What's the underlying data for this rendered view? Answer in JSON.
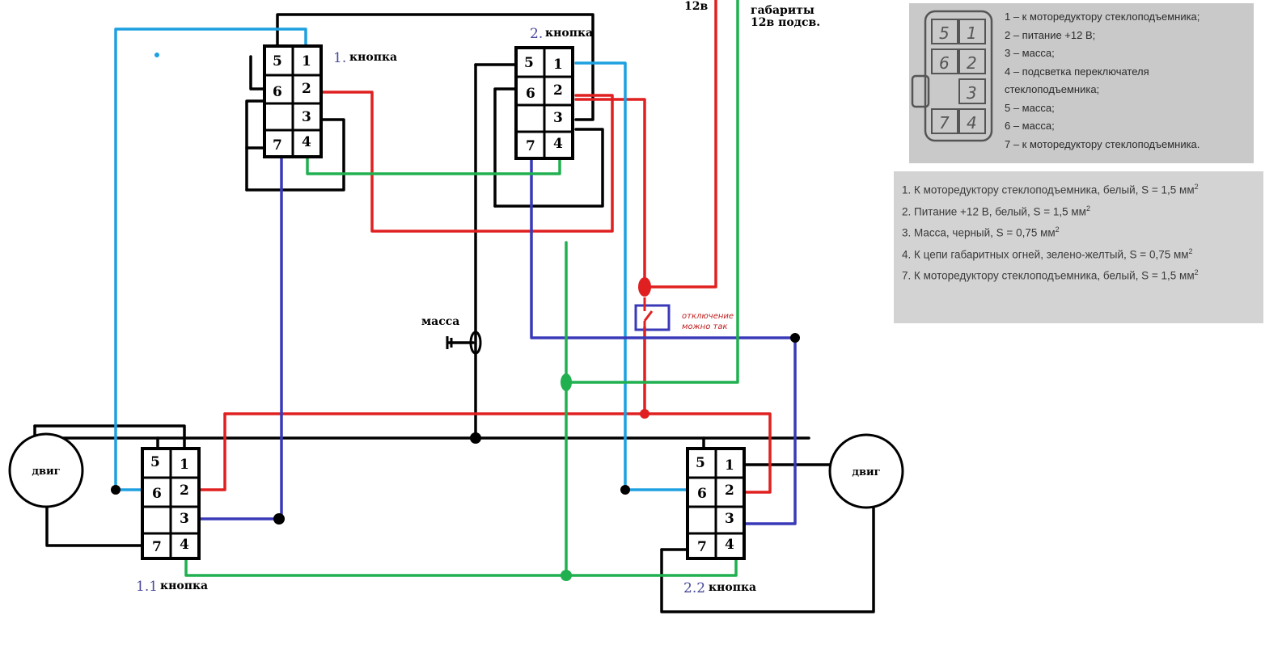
{
  "top_labels": {
    "v12": "12в",
    "gabarity": "габариты",
    "v12_podsv": "12в  подсв."
  },
  "massa_label": "масса",
  "switch_note": [
    "отключение",
    "можно так"
  ],
  "buttons": [
    {
      "num": "1.",
      "label": "кнопка"
    },
    {
      "num": "2.",
      "label": "кнопка"
    },
    {
      "num": "1.1",
      "label": "кнопка"
    },
    {
      "num": "2.2",
      "label": "кнопка"
    }
  ],
  "pins": [
    "5",
    "1",
    "6",
    "2",
    "3",
    "7",
    "4"
  ],
  "motor_label": "двиг",
  "connector_legend": {
    "pins_left": [
      "5",
      "6",
      "7"
    ],
    "pins_right": [
      "1",
      "2",
      "3",
      "4"
    ],
    "lines": [
      "1 – к моторедуктору стеклоподъемника;",
      "2 – питание +12 В;",
      "3 – масса;",
      "4 – подсветка переключателя",
      "стеклоподъемника;",
      "5 – масса;",
      "6 – масса;",
      "7 – к моторедуктору стеклоподъемника."
    ]
  },
  "wire_legend": [
    {
      "text": "1. К моторедуктору стеклоподъемника, белый, S = 1,5 мм",
      "sup": "2"
    },
    {
      "text": "2. Питание +12 В, белый, S = 1,5 мм",
      "sup": "2"
    },
    {
      "text": "3. Масса, черный, S = 0,75 мм",
      "sup": "2"
    },
    {
      "text": "4. К цепи габаритных огней, зелено-желтый, S = 0,75 мм",
      "sup": "2"
    },
    {
      "text": "7. К моторедуктору стеклоподъемника, белый, S = 1,5 мм",
      "sup": "2"
    }
  ],
  "colors": {
    "power": "#e02020",
    "ground": "#000000",
    "signal_light_blue": "#1ea0e0",
    "signal_dark_blue": "#3a3ab8",
    "lights_green": "#20b050"
  }
}
